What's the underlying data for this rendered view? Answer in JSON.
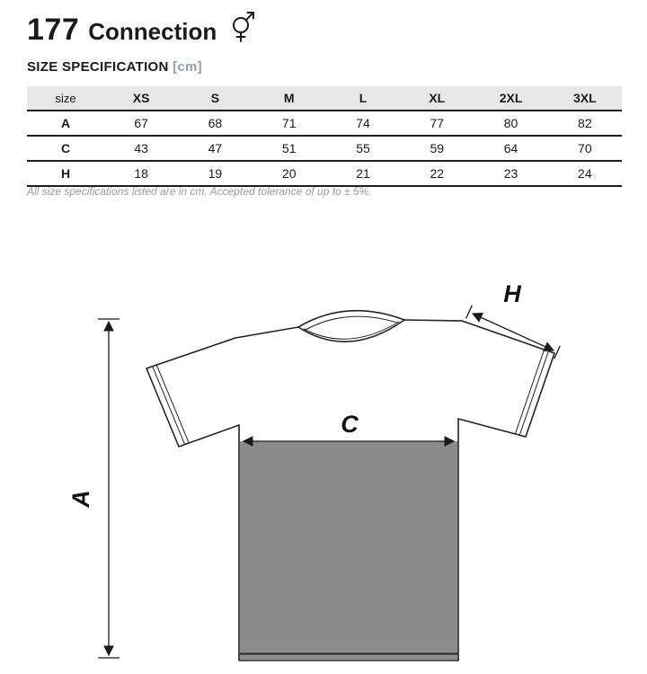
{
  "header": {
    "code": "177",
    "name": "Connection",
    "symbol_icon": "unisex-gender-icon"
  },
  "section": {
    "title": "SIZE SPECIFICATION",
    "unit": "[cm]"
  },
  "size_table": {
    "columns": [
      "size",
      "XS",
      "S",
      "M",
      "L",
      "XL",
      "2XL",
      "3XL"
    ],
    "rows": [
      {
        "label": "A",
        "values": [
          "67",
          "68",
          "71",
          "74",
          "77",
          "80",
          "82"
        ]
      },
      {
        "label": "C",
        "values": [
          "43",
          "47",
          "51",
          "55",
          "59",
          "64",
          "70"
        ]
      },
      {
        "label": "H",
        "values": [
          "18",
          "19",
          "20",
          "21",
          "22",
          "23",
          "24"
        ]
      }
    ]
  },
  "note": "All size specifications listed are in cm. Accepted tolerance of up to ± 5%.",
  "diagram": {
    "labels": {
      "a": "A",
      "c": "C",
      "h": "H"
    },
    "body_fill_color": "#8c8c8c",
    "outline_color": "#222222"
  }
}
